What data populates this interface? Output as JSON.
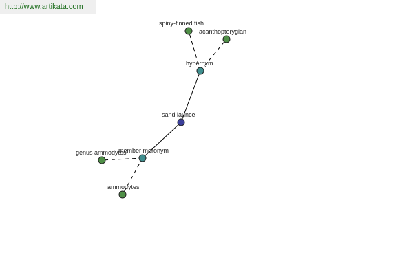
{
  "site": {
    "url_text": "http://www.artikata.com"
  },
  "colors": {
    "center_node": "#3b3f9a",
    "relation_node": "#3f8f8f",
    "leaf_node": "#4f8f47",
    "edge": "#000000",
    "link_text": "#1f6f1f"
  },
  "graph": {
    "center": {
      "label": "sand launce",
      "type": "center"
    },
    "relations": [
      {
        "label": "hypernym",
        "type": "relation",
        "connects_to": "sand launce"
      },
      {
        "label": "member meronym",
        "type": "relation",
        "connects_to": "sand launce"
      }
    ],
    "leaves": [
      {
        "label": "spiny-finned fish",
        "type": "leaf",
        "relation": "hypernym"
      },
      {
        "label": "acanthopterygian",
        "type": "leaf",
        "relation": "hypernym"
      },
      {
        "label": "genus ammodytes",
        "type": "leaf",
        "relation": "member meronym"
      },
      {
        "label": "ammodytes",
        "type": "leaf",
        "relation": "member meronym"
      }
    ]
  }
}
